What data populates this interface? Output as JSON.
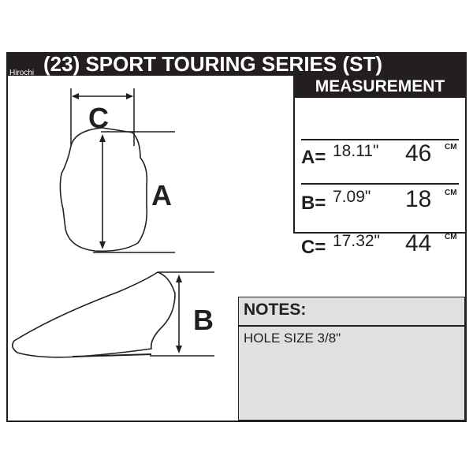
{
  "header": {
    "title": "(23) SPORT TOURING SERIES  (ST)",
    "watermark": "Hirochi"
  },
  "diagram": {
    "label_c": "C",
    "label_a": "A",
    "label_b": "B"
  },
  "measurement": {
    "heading": "MEASUREMENT",
    "rows": [
      {
        "label": "A=",
        "inches": "18.11\"",
        "cm": "46",
        "unit": "CM"
      },
      {
        "label": "B=",
        "inches": "7.09\"",
        "cm": "18",
        "unit": "CM"
      },
      {
        "label": "C=",
        "inches": "17.32\"",
        "cm": "44",
        "unit": "CM"
      }
    ]
  },
  "notes": {
    "title": "NOTES:",
    "text": "HOLE SIZE 3/8\""
  }
}
